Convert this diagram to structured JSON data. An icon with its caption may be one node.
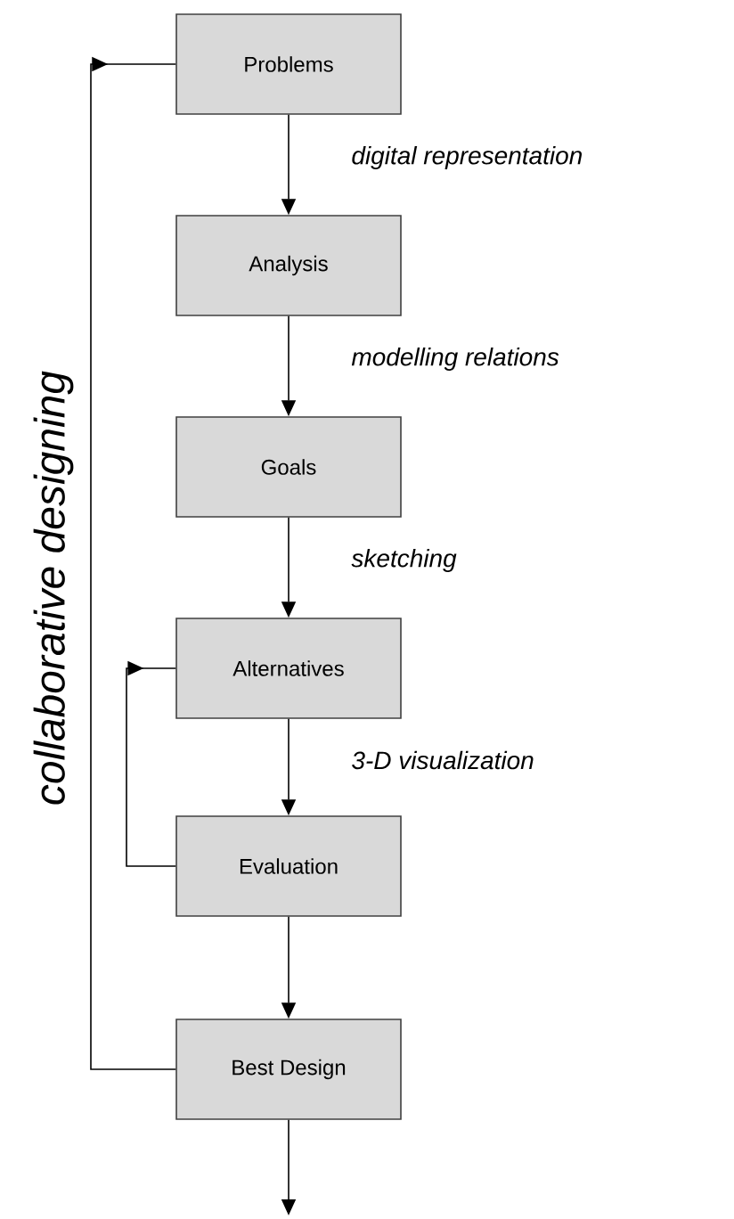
{
  "diagram": {
    "nodes": [
      {
        "text": [
          "Problems"
        ]
      },
      {
        "text": [
          "Analysis"
        ]
      },
      {
        "text": [
          "Goals"
        ]
      },
      {
        "text": [
          "Alternatives"
        ]
      },
      {
        "text": [
          "Evaluation"
        ]
      },
      {
        "text": [
          "Best Design"
        ]
      }
    ],
    "edges": [
      {
        "from": 0,
        "to": 1,
        "arrow": "to",
        "label": "digital representation"
      },
      {
        "from": 1,
        "to": 2,
        "arrow": "to",
        "label": "modelling relations"
      },
      {
        "from": 2,
        "to": 3,
        "arrow": "to",
        "label": "sketching"
      },
      {
        "from": 3,
        "to": 4,
        "arrow": "to",
        "label": "3-D visualization"
      },
      {
        "from": 4,
        "to": 5,
        "arrow": "to"
      },
      {
        "from": 5,
        "to": null,
        "arrow": "to"
      },
      {
        "from": 4,
        "to": 3,
        "arrow": "to"
      },
      {
        "from": 5,
        "to": 0,
        "arrow": "to"
      }
    ],
    "labels": [
      "collaborative designing"
    ]
  }
}
